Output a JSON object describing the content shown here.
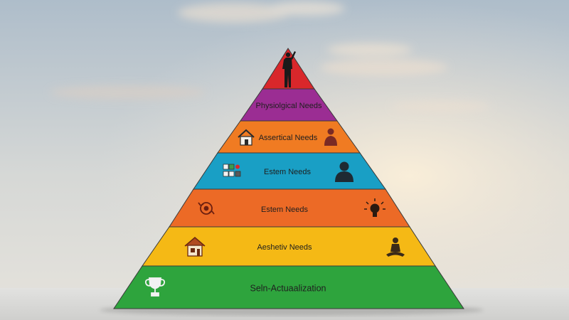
{
  "scene": {
    "sky_top": "#aebdca",
    "sky_mid": "#e3e2dc",
    "glow": "#f8ead3",
    "floor": "#dcdcdc"
  },
  "pyramid": {
    "levels": [
      {
        "label": "",
        "color": "#d9272b",
        "icons": [
          "climber-silhouette-icon"
        ]
      },
      {
        "label": "Physiolgical Needs",
        "color": "#9b2d93",
        "icons": []
      },
      {
        "label": "Assertical Needs",
        "color": "#f07b22",
        "icons": [
          "house-icon",
          "person-icon"
        ]
      },
      {
        "label": "Estem Needs",
        "color": "#199fc5",
        "icons": [
          "app-grid-icon",
          "person-bust-icon"
        ]
      },
      {
        "label": "Estem Needs",
        "color": "#ec6a26",
        "icons": [
          "circular-arrows-icon",
          "lightbulb-icon"
        ]
      },
      {
        "label": "Aeshetiv Needs",
        "color": "#f5b915",
        "icons": [
          "house-icon",
          "meditation-icon"
        ]
      },
      {
        "label": "Seln-Actuaalization",
        "color": "#2ea43d",
        "icons": [
          "trophy-icon"
        ]
      }
    ]
  }
}
